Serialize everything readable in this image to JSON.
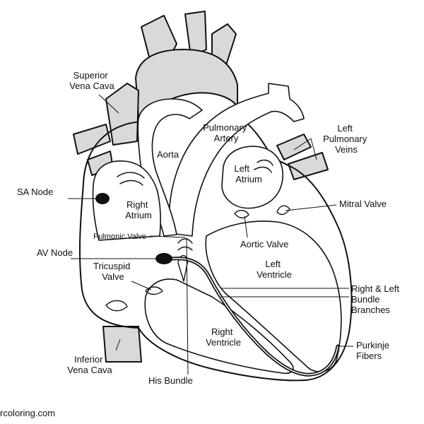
{
  "labels": {
    "superior_vena_cava": [
      "Superior",
      "Vena Cava"
    ],
    "sa_node": "SA Node",
    "av_node": "AV Node",
    "aorta": "Aorta",
    "pulmonary_artery": [
      "Pulmonary",
      "Artery"
    ],
    "left_pulmonary_veins": [
      "Left",
      "Pulmonary",
      "Veins"
    ],
    "left_atrium": [
      "Left",
      "Atrium"
    ],
    "right_atrium": [
      "Right",
      "Atrium"
    ],
    "mitral_valve": "Mitral Valve",
    "pulmonic_valve": "Pulmonic Valve",
    "aortic_valve": "Aortic Valve",
    "left_ventricle": [
      "Left",
      "Ventricle"
    ],
    "tricuspid_valve": [
      "Tricuspid",
      "Valve"
    ],
    "bundle_branches": [
      "Right & Left",
      "Bundle",
      "Branches"
    ],
    "right_ventricle": [
      "Right",
      "Ventricle"
    ],
    "purkinje_fibers": [
      "Purkinje",
      "Fibers"
    ],
    "inferior_vena_cava": [
      "Inferior",
      "Vena Cava"
    ],
    "his_bundle": "His Bundle"
  },
  "watermark": "rcoloring.com"
}
